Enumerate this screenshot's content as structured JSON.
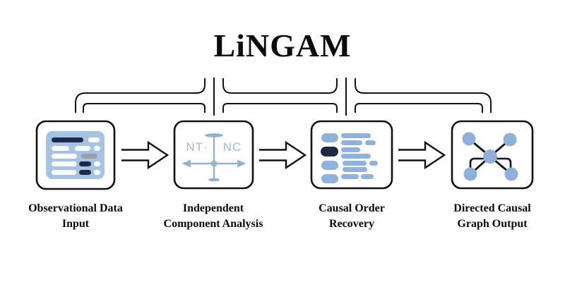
{
  "title": "LiNGAM",
  "colors": {
    "background": "#ffffff",
    "stroke": "#111111",
    "card_blue": "#a7c3e4",
    "pill_blue": "#8fb3dc",
    "node_blue": "#8fb0d8",
    "axis_blue": "#94b1d3",
    "axis_text_blue": "#a3b9d4",
    "dark_navy": "#1e2b47",
    "gray_pill": "#99a1ab"
  },
  "stages": [
    {
      "label_line1": "Observational Data",
      "label_line2": "Input",
      "icon": "data-table-icon"
    },
    {
      "label_line1": "Independent",
      "label_line2": "Component Analysis",
      "icon": "ica-axes-icon",
      "axis_label_left": "NT·",
      "axis_label_right": "NC"
    },
    {
      "label_line1": "Causal Order",
      "label_line2": "Recovery",
      "icon": "ordered-list-icon"
    },
    {
      "label_line1": "Directed Causal",
      "label_line2": "Graph Output",
      "icon": "causal-graph-icon"
    }
  ]
}
